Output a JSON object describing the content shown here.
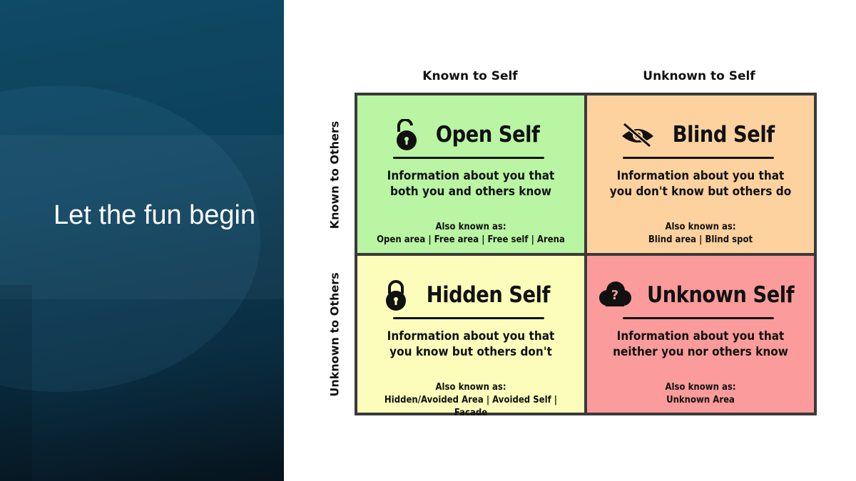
{
  "slide": {
    "title": "Let the fun begin"
  },
  "diagram": {
    "col_headers": [
      "Known to Self",
      "Unknown to Self"
    ],
    "row_headers": [
      "Known to Others",
      "Unknown to Others"
    ],
    "quadrants": [
      {
        "name": "Open Self",
        "icon": "open-padlock-icon",
        "color": "#b9f5a3",
        "desc1": "Information about you that",
        "desc2": "both you and others know",
        "aka_label": "Also known as:",
        "aka": "Open area | Free area | Free self | Arena"
      },
      {
        "name": "Blind Self",
        "icon": "eye-slash-icon",
        "color": "#fdd29e",
        "desc1": "Information about you that",
        "desc2": "you don't know but others do",
        "aka_label": "Also known as:",
        "aka": "Blind area | Blind spot"
      },
      {
        "name": "Hidden Self",
        "icon": "padlock-icon",
        "color": "#fdfdbb",
        "desc1": "Information about you that",
        "desc2": "you know but others don't",
        "aka_label": "Also known as:",
        "aka": "Hidden/Avoided Area | Avoided Self | Facade"
      },
      {
        "name": "Unknown Self",
        "icon": "question-cloud-icon",
        "color": "#fb9b9b",
        "desc1": "Information about you that",
        "desc2": "neither you nor others know",
        "aka_label": "Also known as:",
        "aka": "Unknown Area"
      }
    ]
  }
}
